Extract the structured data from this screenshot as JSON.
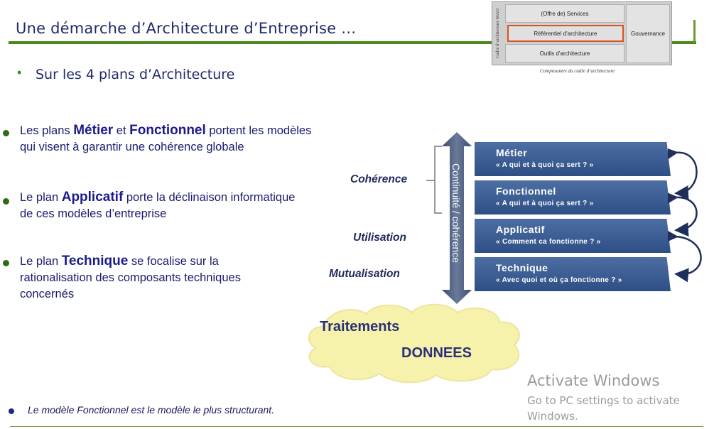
{
  "slide": {
    "title": "Une démarche d’Architecture d’Entreprise …",
    "subtitle": "Sur les 4 plans d’Architecture"
  },
  "inset": {
    "side_label": "Cadre d’architecture MAO",
    "services": "(Offre de) Services",
    "referentiel": "Référentiel d’architecture",
    "outils": "Outils d’architecture",
    "gouvernance": "Gouvernance",
    "caption": "Composantes du cadre d’architecture"
  },
  "bullets": [
    {
      "pre": "Les plans ",
      "em1": "Métier",
      "mid": " et ",
      "em2": "Fonctionnel",
      "post": " portent les modèles qui visent à garantir une cohérence globale"
    },
    {
      "pre": "Le plan ",
      "em1": "Applicatif",
      "post": " porte la déclinaison informatique de ces modèles d’entreprise"
    },
    {
      "pre": "Le plan ",
      "em1": "Technique",
      "post": " se focalise sur la rationalisation des composants techniques concernés"
    }
  ],
  "diagram": {
    "side_labels": [
      "Cohérence",
      "Utilisation",
      "Mutualisation"
    ],
    "arrow_label": "Continuité / cohérence",
    "plans": [
      {
        "title": "Métier",
        "subtitle": "« A qui et à quoi ça sert ? »"
      },
      {
        "title": "Fonctionnel",
        "subtitle": "« A qui et à quoi ça sert ? »"
      },
      {
        "title": "Applicatif",
        "subtitle": "« Comment ca fonctionne ? »"
      },
      {
        "title": "Technique",
        "subtitle": "« Avec quoi et où ça fonctionne ? »"
      }
    ],
    "cloud": {
      "line1": "Traitements",
      "line2": "DONNEES"
    },
    "colors": {
      "plan": "#3d5e96",
      "arrow": "#4a5b7e",
      "cloud": "#f5f0a8",
      "accent": "#4a8a1c"
    }
  },
  "watermark": {
    "title": "Activate Windows",
    "line1": "Go to PC settings to activate",
    "line2": "Windows."
  },
  "footer": {
    "note": "Le modèle Fonctionnel est le modèle le plus structurant."
  }
}
